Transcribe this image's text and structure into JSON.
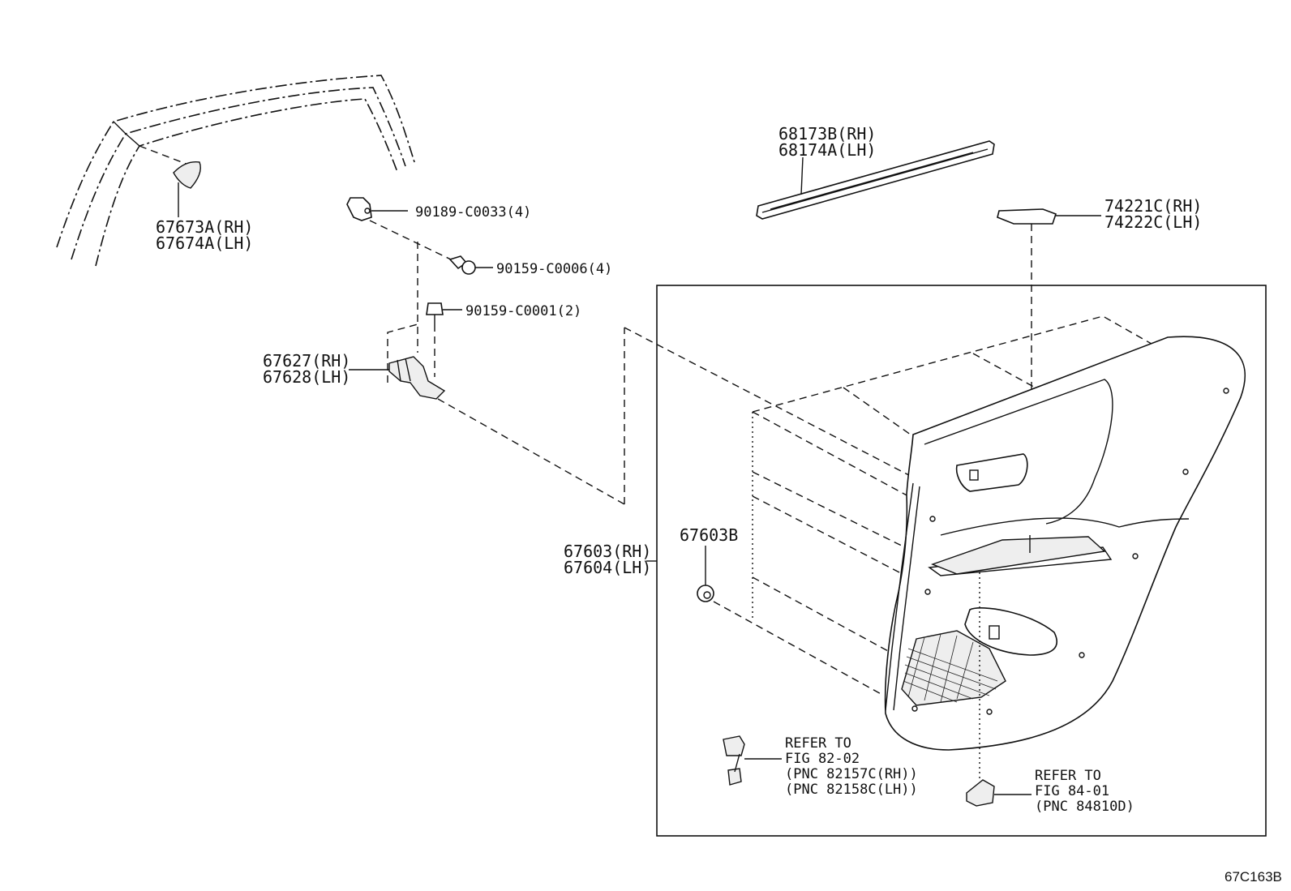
{
  "labels": {
    "molding_rh": "67673A(RH)",
    "molding_lh": "67674A(LH)",
    "clip_90189": "90189-C0033(4)",
    "screw_90159_6": "90159-C0006(4)",
    "screw_90159_1": "90159-C0001(2)",
    "bracket_rh": "67627(RH)",
    "bracket_lh": "67628(LH)",
    "weatherstrip_rh": "68173B(RH)",
    "weatherstrip_lh": "68174A(LH)",
    "pad_rh": "74221C(RH)",
    "pad_lh": "74222C(LH)",
    "panel_rh": "67603(RH)",
    "panel_lh": "67604(LH)",
    "plug_67603b": "67603B",
    "refer1_line1": "REFER TO",
    "refer1_line2": "FIG 82-02",
    "refer1_line3": "(PNC 82157C(RH))",
    "refer1_line4": "(PNC 82158C(LH))",
    "refer2_line1": "REFER TO",
    "refer2_line2": "FIG 84-01",
    "refer2_line3": "(PNC 84810D)",
    "diagram_code": "67C163B"
  },
  "icons": {
    "window_frame": "door-window-frame-outline",
    "door_panel": "door-trim-panel-icon",
    "switch_plate": "window-switch-icon",
    "courtesy_lamp": "lamp-connector-icon"
  }
}
